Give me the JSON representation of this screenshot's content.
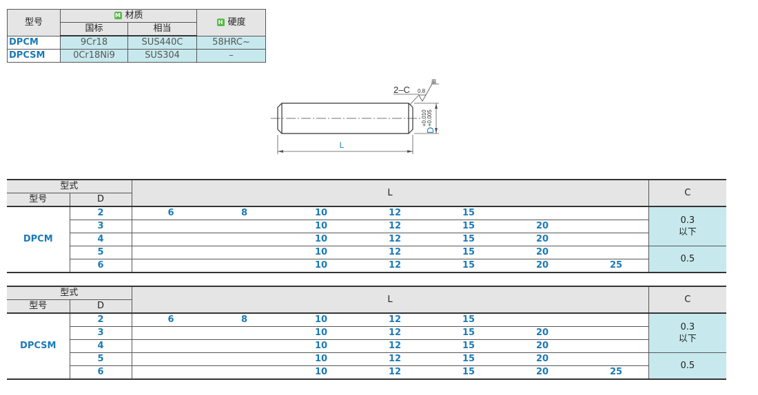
{
  "material_table": {
    "col_model": "型号",
    "material_badge": "M",
    "material_label": "材质",
    "hardness_badge": "H",
    "hardness_label": "硬度",
    "sub_national": "国标",
    "sub_equivalent": "相当",
    "rows": [
      {
        "model": "DPCM",
        "national": "9Cr18",
        "equivalent": "SUS440C",
        "hardness": "58HRC~"
      },
      {
        "model": "DPCSM",
        "national": "0Cr18Ni9",
        "equivalent": "SUS304",
        "hardness": "–"
      }
    ]
  },
  "drawing": {
    "chamfer": "2–C",
    "roughness": "0.8",
    "grind": "磨",
    "diameter": "D",
    "tol_upper": "+0.010",
    "tol_lower": "+0.005",
    "length": "L"
  },
  "spec_tables": [
    {
      "header_type": "型式",
      "header_model": "型号",
      "header_d": "D",
      "header_l": "L",
      "header_c": "C",
      "model": "DPCM",
      "rows": [
        {
          "d": "2",
          "l": [
            "6",
            "8",
            "10",
            "12",
            "15",
            "",
            ""
          ]
        },
        {
          "d": "3",
          "l": [
            "",
            "",
            "10",
            "12",
            "15",
            "20",
            ""
          ]
        },
        {
          "d": "4",
          "l": [
            "",
            "",
            "10",
            "12",
            "15",
            "20",
            ""
          ]
        },
        {
          "d": "5",
          "l": [
            "",
            "",
            "10",
            "12",
            "15",
            "20",
            ""
          ]
        },
        {
          "d": "6",
          "l": [
            "",
            "",
            "10",
            "12",
            "15",
            "20",
            "25"
          ]
        }
      ],
      "c_groups": [
        {
          "line1": "0.3",
          "line2": "以下"
        },
        {
          "line1": "0.5",
          "line2": ""
        }
      ]
    },
    {
      "header_type": "型式",
      "header_model": "型号",
      "header_d": "D",
      "header_l": "L",
      "header_c": "C",
      "model": "DPCSM",
      "rows": [
        {
          "d": "2",
          "l": [
            "6",
            "8",
            "10",
            "12",
            "15",
            "",
            ""
          ]
        },
        {
          "d": "3",
          "l": [
            "",
            "",
            "10",
            "12",
            "15",
            "20",
            ""
          ]
        },
        {
          "d": "4",
          "l": [
            "",
            "",
            "10",
            "12",
            "15",
            "20",
            ""
          ]
        },
        {
          "d": "5",
          "l": [
            "",
            "",
            "10",
            "12",
            "15",
            "20",
            ""
          ]
        },
        {
          "d": "6",
          "l": [
            "",
            "",
            "10",
            "12",
            "15",
            "20",
            "25"
          ]
        }
      ],
      "c_groups": [
        {
          "line1": "0.3",
          "line2": "以下"
        },
        {
          "line1": "0.5",
          "line2": ""
        }
      ]
    }
  ]
}
